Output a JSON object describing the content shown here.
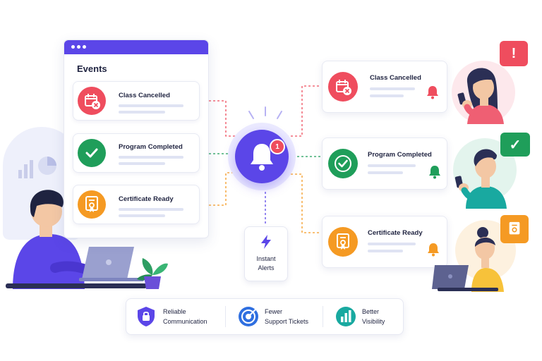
{
  "events_panel": {
    "title": "Events",
    "items": [
      {
        "label": "Class Cancelled",
        "icon": "calendar-cancel-icon",
        "color": "#ef4d5e"
      },
      {
        "label": "Program Completed",
        "icon": "check-icon",
        "color": "#1f9e5a"
      },
      {
        "label": "Certificate Ready",
        "icon": "certificate-icon",
        "color": "#f59a23"
      }
    ]
  },
  "hub": {
    "badge": "1",
    "icon": "bell-icon",
    "color": "#5b46e8"
  },
  "instant_alerts": {
    "line1": "Instant",
    "line2": "Alerts"
  },
  "notifications": [
    {
      "label": "Class Cancelled",
      "bell_color": "#ef4d5e",
      "bubble": "!"
    },
    {
      "label": "Program Completed",
      "bell_color": "#1f9e5a",
      "bubble": "✓"
    },
    {
      "label": "Certificate Ready",
      "bell_color": "#f59a23",
      "bubble": "certificate"
    }
  ],
  "benefits": [
    {
      "line1": "Reliable",
      "line2": "Communication",
      "icon": "shield-lock-icon",
      "color": "#5b46e8"
    },
    {
      "line1": "Fewer",
      "line2": "Support Tickets",
      "icon": "target-icon",
      "color": "#2f6fe0"
    },
    {
      "line1": "Better",
      "line2": "Visibility",
      "icon": "bar-chart-icon",
      "color": "#19a9a0"
    }
  ]
}
